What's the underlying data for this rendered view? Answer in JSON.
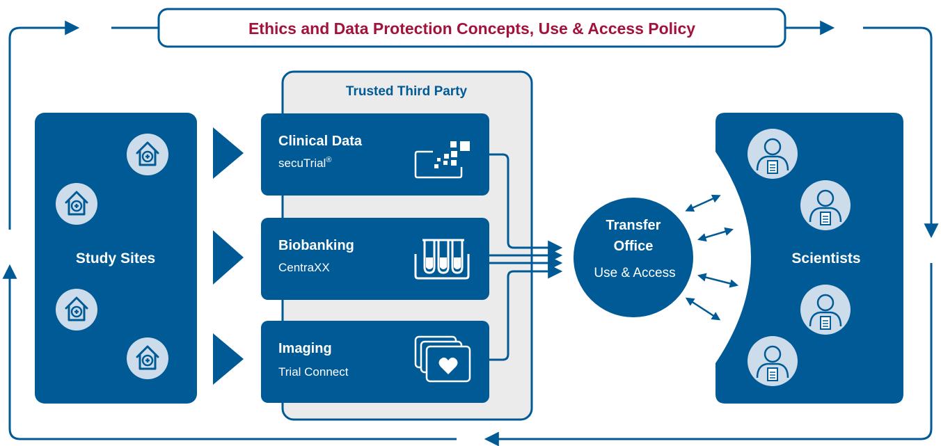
{
  "policy": {
    "title": "Ethics and Data Protection Concepts, Use & Access Policy"
  },
  "study_sites": {
    "label": "Study Sites",
    "icon": "hospital-icon"
  },
  "trusted_third_party": {
    "title": "Trusted Third Party",
    "modules": [
      {
        "title": "Clinical Data",
        "subtitle": "secuTrial",
        "subtitle_mark": "®",
        "icon": "pixel-data-icon"
      },
      {
        "title": "Biobanking",
        "subtitle": "CentraXX",
        "icon": "test-tubes-icon"
      },
      {
        "title": "Imaging",
        "subtitle": "Trial Connect",
        "icon": "image-stack-heart-icon"
      }
    ]
  },
  "transfer_office": {
    "line1": "Transfer",
    "line2": "Office",
    "line3": "Use & Access"
  },
  "scientists": {
    "label": "Scientists",
    "icon": "person-badge-icon"
  },
  "colors": {
    "primary": "#005a96",
    "accent": "#a3123a",
    "light": "#cddcea",
    "panel": "#ebebeb",
    "white": "#ffffff"
  }
}
